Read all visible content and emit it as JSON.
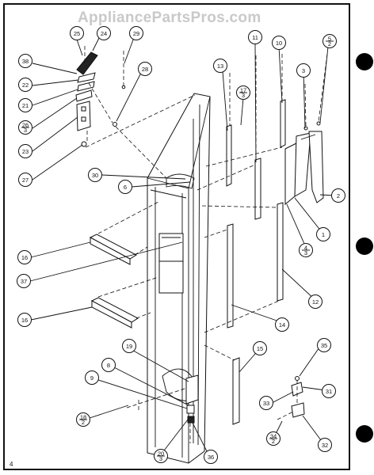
{
  "watermark": "AppliancePartsPros.com",
  "page_number": "4",
  "callouts": [
    {
      "id": "c25",
      "text": "25"
    },
    {
      "id": "c24",
      "text": "24"
    },
    {
      "id": "c29",
      "text": "29"
    },
    {
      "id": "c38",
      "text": "38"
    },
    {
      "id": "c28",
      "text": "28"
    },
    {
      "id": "c22",
      "text": "22"
    },
    {
      "id": "c21",
      "text": "21"
    },
    {
      "id": "c26",
      "num": "26",
      "den": "3"
    },
    {
      "id": "c23",
      "text": "23"
    },
    {
      "id": "c27",
      "text": "27"
    },
    {
      "id": "c13",
      "text": "13"
    },
    {
      "id": "c11",
      "text": "11"
    },
    {
      "id": "c10",
      "text": "10"
    },
    {
      "id": "c5",
      "num": "5",
      "den": "2"
    },
    {
      "id": "c17",
      "num": "17",
      "den": "3"
    },
    {
      "id": "c3",
      "text": "3"
    },
    {
      "id": "c30",
      "text": "30"
    },
    {
      "id": "c6",
      "text": "6"
    },
    {
      "id": "c2",
      "text": "2"
    },
    {
      "id": "c1",
      "text": "1"
    },
    {
      "id": "c4",
      "num": "4",
      "den": "3"
    },
    {
      "id": "c16a",
      "text": "16"
    },
    {
      "id": "c37",
      "text": "37"
    },
    {
      "id": "c12",
      "text": "12"
    },
    {
      "id": "c16b",
      "text": "16"
    },
    {
      "id": "c14",
      "text": "14"
    },
    {
      "id": "c19",
      "text": "19"
    },
    {
      "id": "c8",
      "text": "8"
    },
    {
      "id": "c15",
      "text": "15"
    },
    {
      "id": "c9",
      "text": "9"
    },
    {
      "id": "c35",
      "text": "35"
    },
    {
      "id": "c31",
      "text": "31"
    },
    {
      "id": "c33",
      "text": "33"
    },
    {
      "id": "c18",
      "num": "18",
      "den": "2"
    },
    {
      "id": "c32",
      "text": "32"
    },
    {
      "id": "c34",
      "num": "34",
      "den": "2"
    },
    {
      "id": "c20",
      "num": "20",
      "den": "3"
    },
    {
      "id": "c36",
      "text": "36"
    }
  ]
}
